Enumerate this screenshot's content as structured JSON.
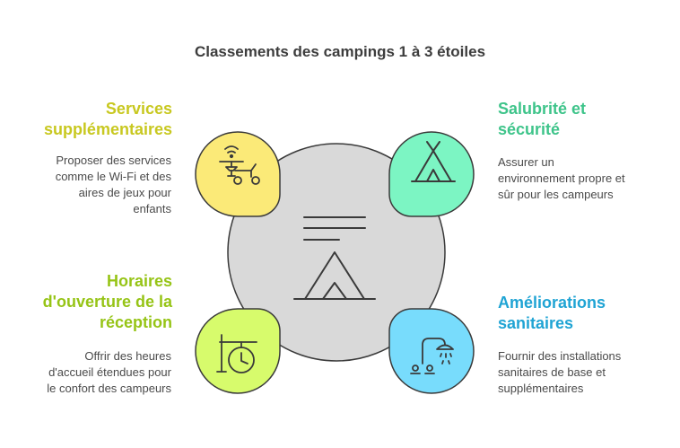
{
  "title": "Classements des campings 1 à 3 étoiles",
  "sections": [
    {
      "key": "services",
      "heading": [
        "Services",
        "supplémentaires"
      ],
      "description": [
        "Proposer des services",
        "comme le Wi-Fi et des",
        "aires de jeux pour",
        "enfants"
      ],
      "color": "#c8c820",
      "fill": "#fbea78",
      "icon": "wifi-playground-icon"
    },
    {
      "key": "salubrite",
      "heading": [
        "Salubrité et",
        "sécurité"
      ],
      "description": [
        "Assurer un",
        "environnement propre et",
        "sûr pour les campeurs"
      ],
      "color": "#3ec48a",
      "fill": "#7cf5c3",
      "icon": "tent-icon"
    },
    {
      "key": "horaires",
      "heading": [
        "Horaires",
        "d'ouverture de la",
        "réception"
      ],
      "description": [
        "Offrir des heures",
        "d'accueil étendues pour",
        "le confort des campeurs"
      ],
      "color": "#96c416",
      "fill": "#d7fb6c",
      "icon": "reception-clock-icon"
    },
    {
      "key": "ameliorations",
      "heading": [
        "Améliorations",
        "sanitaires"
      ],
      "description": [
        "Fournir des installations",
        "sanitaires de base et",
        "supplémentaires"
      ],
      "color": "#20a4d4",
      "fill": "#78dcfc",
      "icon": "shower-icon"
    }
  ],
  "center": {
    "fill": "#d9d9d9",
    "icon": "tent-campsite-icon"
  }
}
